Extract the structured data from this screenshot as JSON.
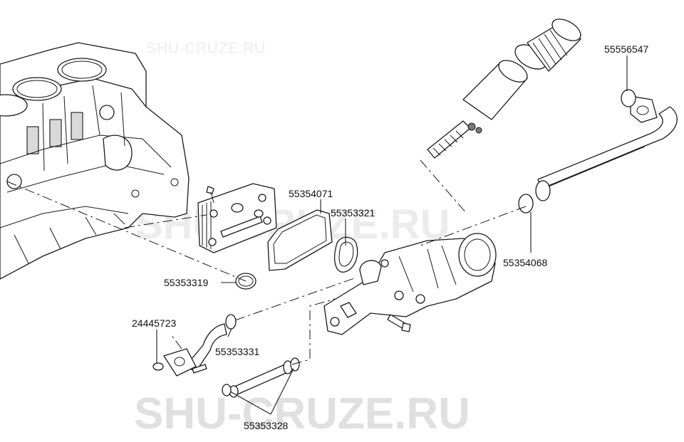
{
  "watermarks": {
    "top_faint": "SHU-CRUZE.RU",
    "middle": "SHU-CRUZE.RU",
    "bottom": "SHU-CRUZE.RU"
  },
  "callouts": [
    {
      "id": "c1",
      "text": "55556547"
    },
    {
      "id": "c2",
      "text": "55354071"
    },
    {
      "id": "c3",
      "text": "55353321"
    },
    {
      "id": "c4",
      "text": "55354068"
    },
    {
      "id": "c5",
      "text": "55353319"
    },
    {
      "id": "c6",
      "text": "24445723"
    },
    {
      "id": "c7",
      "text": "55353331"
    },
    {
      "id": "c8",
      "text": "55353328"
    }
  ]
}
